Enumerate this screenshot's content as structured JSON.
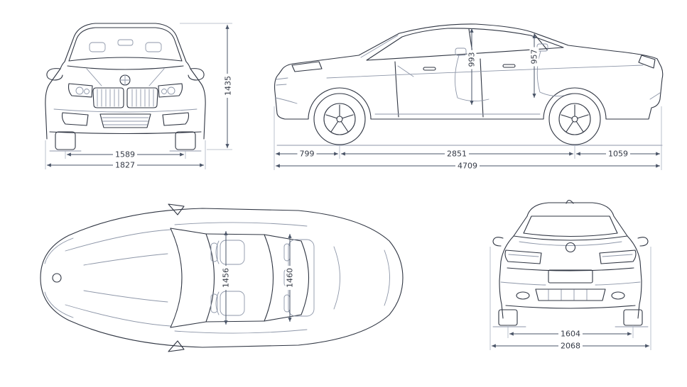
{
  "colors": {
    "background": "#ffffff",
    "line": "#2f3542",
    "soft": "#8d96a8",
    "ext": "#aab2c0",
    "dim": "#4a5568",
    "label": "#343a46"
  },
  "views": {
    "front": {
      "dims": {
        "height": "1435",
        "track_width": "1589",
        "overall_width": "1827"
      }
    },
    "side": {
      "dims": {
        "front_headroom": "993",
        "rear_headroom": "957",
        "front_overhang": "799",
        "wheelbase": "2851",
        "rear_overhang": "1059",
        "overall_length": "4709"
      }
    },
    "top": {
      "dims": {
        "front_interior_width": "1456",
        "rear_interior_width": "1460"
      }
    },
    "rear": {
      "dims": {
        "track_width": "1604",
        "overall_width_mirrors": "2068"
      }
    }
  }
}
